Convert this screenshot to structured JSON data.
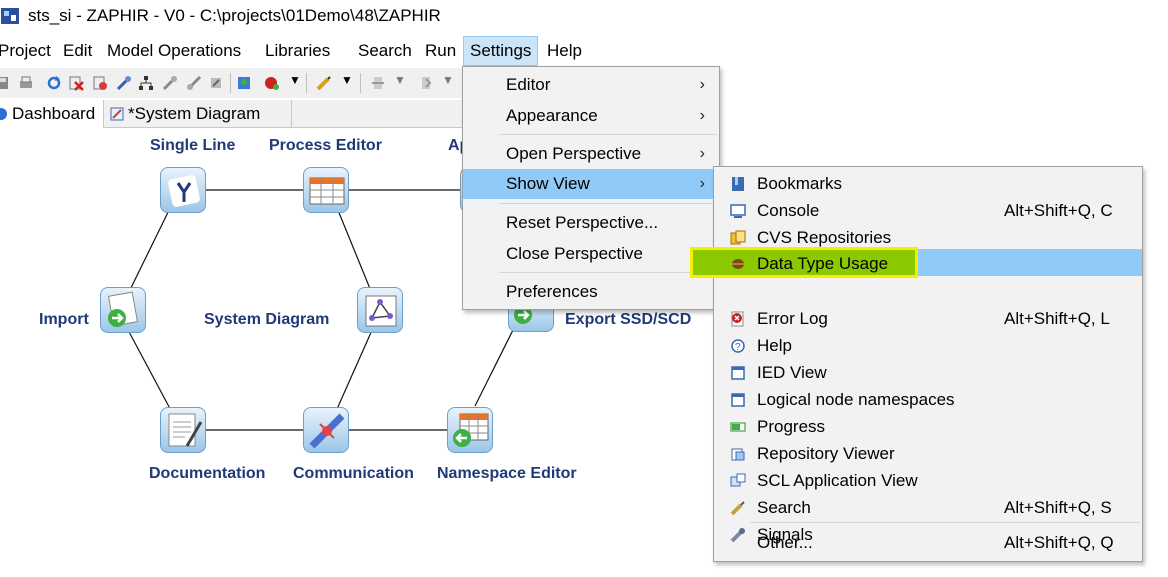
{
  "window": {
    "title": "sts_si - ZAPHIR - V0 - C:\\projects\\01Demo\\48\\ZAPHIR"
  },
  "menubar": {
    "items": [
      "Project",
      "Edit",
      "Model Operations",
      "Libraries",
      "Search",
      "Run",
      "Settings",
      "Help"
    ],
    "active": "Settings"
  },
  "tabs": {
    "dashboard": "Dashboard",
    "system_diagram": "*System Diagram"
  },
  "dashboard": {
    "single_line": "Single Line",
    "process_editor": "Process Editor",
    "application_partial": "Ap",
    "import": "Import",
    "system_diagram": "System Diagram",
    "export": "Export SSD/SCD",
    "documentation": "Documentation",
    "communication": "Communication",
    "namespace_editor": "Namespace Editor"
  },
  "settings_menu": {
    "items": [
      {
        "label": "Editor",
        "submenu": true
      },
      {
        "label": "Appearance",
        "submenu": true
      },
      {
        "label": "Open Perspective",
        "submenu": true
      },
      {
        "label": "Show View",
        "submenu": true,
        "highlighted": true
      },
      {
        "label": "Reset Perspective...",
        "submenu": false
      },
      {
        "label": "Close Perspective",
        "submenu": false
      },
      {
        "label": "Preferences",
        "submenu": false
      }
    ],
    "arrow": "›"
  },
  "show_view_menu": {
    "items": [
      {
        "label": "Bookmarks",
        "shortcut": "",
        "icon": "bookmarks-icon"
      },
      {
        "label": "Console",
        "shortcut": "Alt+Shift+Q, C",
        "icon": "console-icon"
      },
      {
        "label": "CVS Repositories",
        "shortcut": "",
        "icon": "cvs-icon"
      },
      {
        "label": "Data Type Usage",
        "shortcut": "",
        "icon": "data-type-usage-icon",
        "highlighted": true
      },
      {
        "label": "Error Log",
        "shortcut": "Alt+Shift+Q, L",
        "icon": "error-log-icon"
      },
      {
        "label": "Help",
        "shortcut": "",
        "icon": "help-icon"
      },
      {
        "label": "IED View",
        "shortcut": "",
        "icon": "ied-view-icon"
      },
      {
        "label": "Logical node namespaces",
        "shortcut": "",
        "icon": "namespaces-icon"
      },
      {
        "label": "Progress",
        "shortcut": "",
        "icon": "progress-icon"
      },
      {
        "label": "Repository Viewer",
        "shortcut": "",
        "icon": "repository-icon"
      },
      {
        "label": "SCL Application View",
        "shortcut": "",
        "icon": "scl-icon"
      },
      {
        "label": "Search",
        "shortcut": "Alt+Shift+Q, S",
        "icon": "search-icon"
      },
      {
        "label": "Signals",
        "shortcut": "",
        "icon": "signals-icon"
      },
      {
        "label": "Other...",
        "shortcut": "Alt+Shift+Q, Q",
        "icon": ""
      }
    ]
  },
  "colors": {
    "highlight": "#91c9f7",
    "annotation": "#8cc800",
    "dashboard_text": "#1f3a78"
  }
}
